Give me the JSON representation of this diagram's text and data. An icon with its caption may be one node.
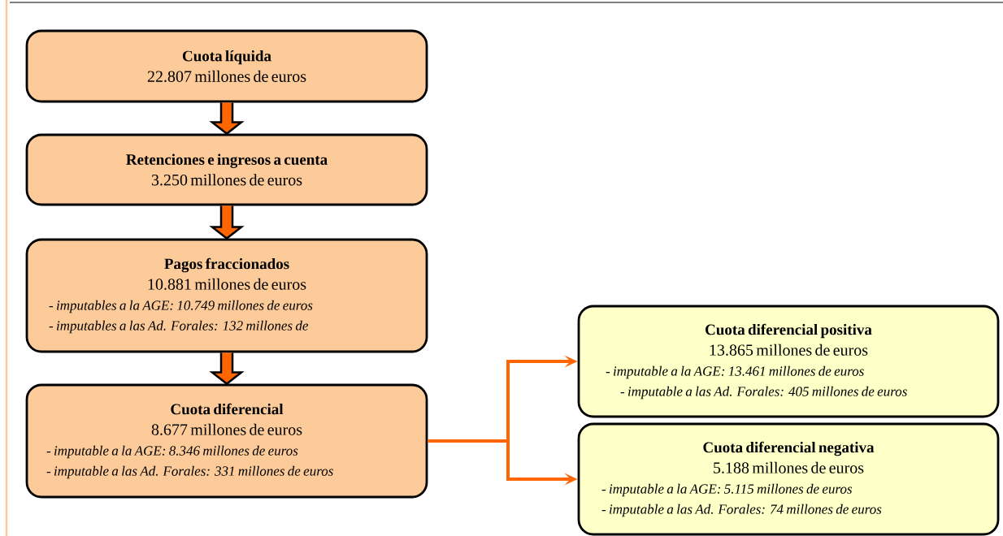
{
  "diagram": {
    "nodes": [
      {
        "text": [
          "Cuota líquida",
          "22.807 millones de euros"
        ]
      },
      {
        "text": [
          "Retenciones e ingresos a cuenta",
          "3.250 millones de euros"
        ]
      },
      {
        "text": [
          "Pagos fraccionados",
          "10.881 millones de euros",
          "- imputables a la AGE: 10.749  millones de euros",
          "- imputables a las Ad. Forales: 132 millones de"
        ]
      },
      {
        "text": [
          "Cuota diferencial",
          "8.677 millones de euros",
          "- imputable a la AGE: 8.346 millones de euros",
          "- imputable a las Ad. Forales: 331 millones de euros"
        ]
      },
      {
        "text": [
          "Cuota diferencial positiva",
          "13.865 millones de euros",
          "- imputable a la AGE: 13.461 millones de euros",
          "- imputable a las Ad. Forales: 405 millones de euros"
        ]
      },
      {
        "text": [
          "Cuota diferencial negativa",
          "5.188 millones de euros",
          "- imputable a la AGE: 5.115 millones de euros",
          "- imputable a las Ad. Forales: 74 millones de euros"
        ]
      }
    ],
    "edges": [
      {
        "from": 0,
        "to": 1,
        "arrow": "to"
      },
      {
        "from": 1,
        "to": 2,
        "arrow": "to"
      },
      {
        "from": 2,
        "to": 3,
        "arrow": "to"
      },
      {
        "from": 3,
        "to": 4,
        "arrow": "to",
        "color": "#ff6600"
      },
      {
        "from": 3,
        "to": 5,
        "arrow": "to",
        "color": "#ff6600"
      }
    ]
  }
}
